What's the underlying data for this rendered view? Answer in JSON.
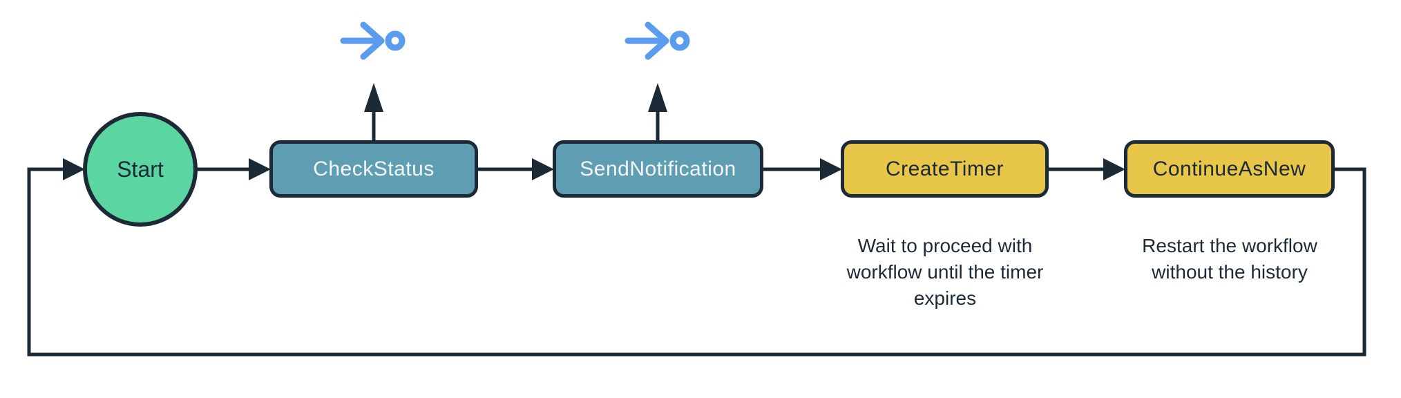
{
  "diagram": {
    "type": "workflow-loop-diagram",
    "nodes": {
      "start": {
        "label": "Start",
        "shape": "circle",
        "fill": "#5BD5A1"
      },
      "check_status": {
        "label": "CheckStatus",
        "shape": "rounded-rect",
        "fill": "#5E9DB2",
        "has_signal_icon": true
      },
      "send_notification": {
        "label": "SendNotification",
        "shape": "rounded-rect",
        "fill": "#5E9DB2",
        "has_signal_icon": true
      },
      "create_timer": {
        "label": "CreateTimer",
        "shape": "rounded-rect",
        "fill": "#E8C64A",
        "caption_lines": [
          "Wait to proceed with",
          "workflow until the timer",
          "expires"
        ]
      },
      "continue_as_new": {
        "label": "ContinueAsNew",
        "shape": "rounded-rect",
        "fill": "#E8C64A",
        "caption_lines": [
          "Restart the workflow",
          "without the history"
        ]
      }
    },
    "edges": [
      {
        "from": "start",
        "to": "check_status",
        "arrow": true
      },
      {
        "from": "check_status",
        "to": "send_notification",
        "arrow": true
      },
      {
        "from": "send_notification",
        "to": "create_timer",
        "arrow": true
      },
      {
        "from": "create_timer",
        "to": "continue_as_new",
        "arrow": true
      },
      {
        "from": "continue_as_new",
        "to": "start",
        "arrow": true,
        "type": "loop-around-bottom"
      },
      {
        "from": "check_status",
        "to": "signal-sent-icon",
        "arrow": true,
        "direction": "up"
      },
      {
        "from": "send_notification",
        "to": "signal-sent-icon",
        "arrow": true,
        "direction": "up"
      }
    ],
    "icons": {
      "signal": {
        "name": "signal-sent-icon",
        "glyph": "arrow-to-circle",
        "color": "#5B9CEE"
      }
    },
    "colors": {
      "background": "#FFFFFF",
      "outline_and_lines": "#1C2A38",
      "start_fill": "#5BD5A1",
      "activity_fill": "#5E9DB2",
      "command_fill": "#E8C64A",
      "label_on_activity": "#F4F6F6",
      "label_on_command": "#1C2A38",
      "signal_icon": "#5B9CEE"
    }
  }
}
